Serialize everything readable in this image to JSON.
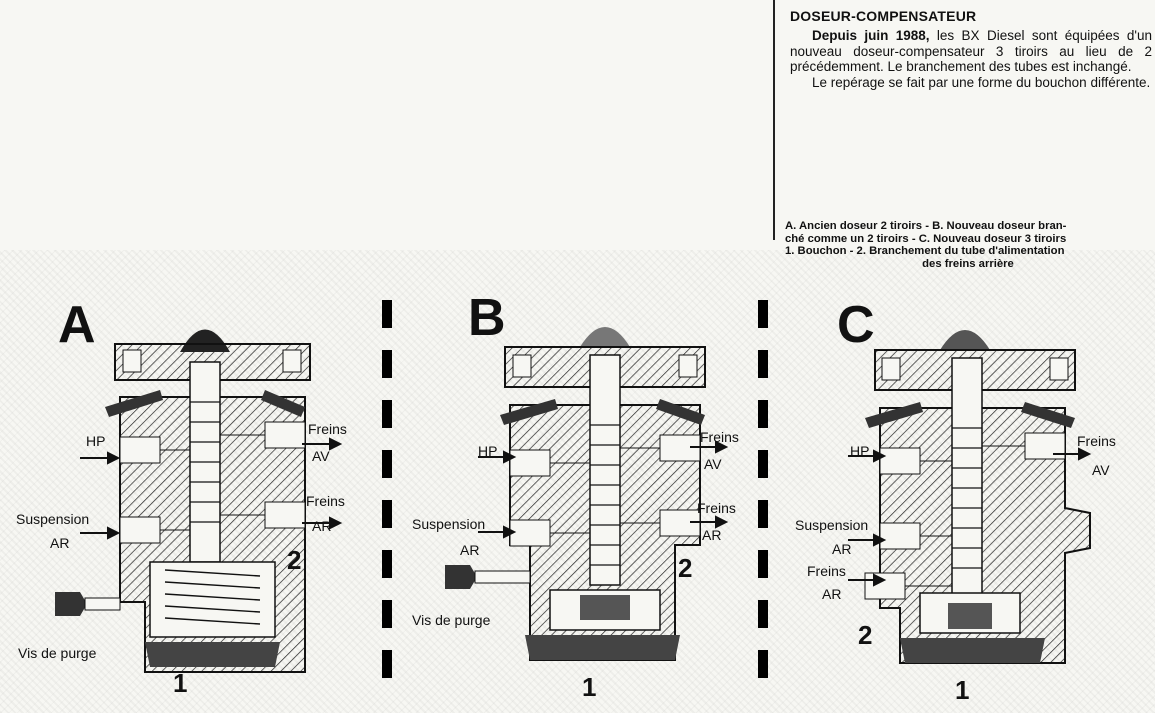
{
  "title": "DOSEUR-COMPENSATEUR",
  "paragraph1_bold": "Depuis juin 1988,",
  "paragraph1_rest": " les BX Diesel sont équipées d'un nouveau doseur-compensateur 3 tiroirs au lieu de 2 précédemment. Le branchement des tubes est inchangé.",
  "paragraph2": "Le repérage se fait par une forme du bouchon différente.",
  "caption": {
    "line1": "A. Ancien doseur 2 tiroirs - B. Nouveau doseur bran-",
    "line2": "ché comme un 2 tiroirs - C. Nouveau doseur 3 tiroirs",
    "line3": "1. Bouchon - 2. Branchement du tube d'alimentation",
    "line4": "des freins arrière"
  },
  "diagrams": {
    "A": {
      "letter": "A",
      "hp": "HP",
      "freins_av_1": "Freins",
      "freins_av_2": "AV",
      "freins_ar_1": "Freins",
      "freins_ar_2": "AR",
      "suspension": "Suspension",
      "suspension_ar": "AR",
      "vis_de_purge": "Vis de purge",
      "num1": "1",
      "num2": "2"
    },
    "B": {
      "letter": "B",
      "hp": "HP",
      "freins_av_1": "Freins",
      "freins_av_2": "AV",
      "freins_ar_1": "Freins",
      "freins_ar_2": "AR",
      "suspension": "Suspension",
      "suspension_ar": "AR",
      "vis_de_purge": "Vis de purge",
      "num1": "1",
      "num2": "2"
    },
    "C": {
      "letter": "C",
      "hp": "HP",
      "freins_av_1": "Freins",
      "freins_av_2": "AV",
      "suspension": "Suspension",
      "suspension_ar": "AR",
      "freins_ar_1": "Freins",
      "freins_ar_2": "AR",
      "num1": "1",
      "num2": "2"
    }
  }
}
